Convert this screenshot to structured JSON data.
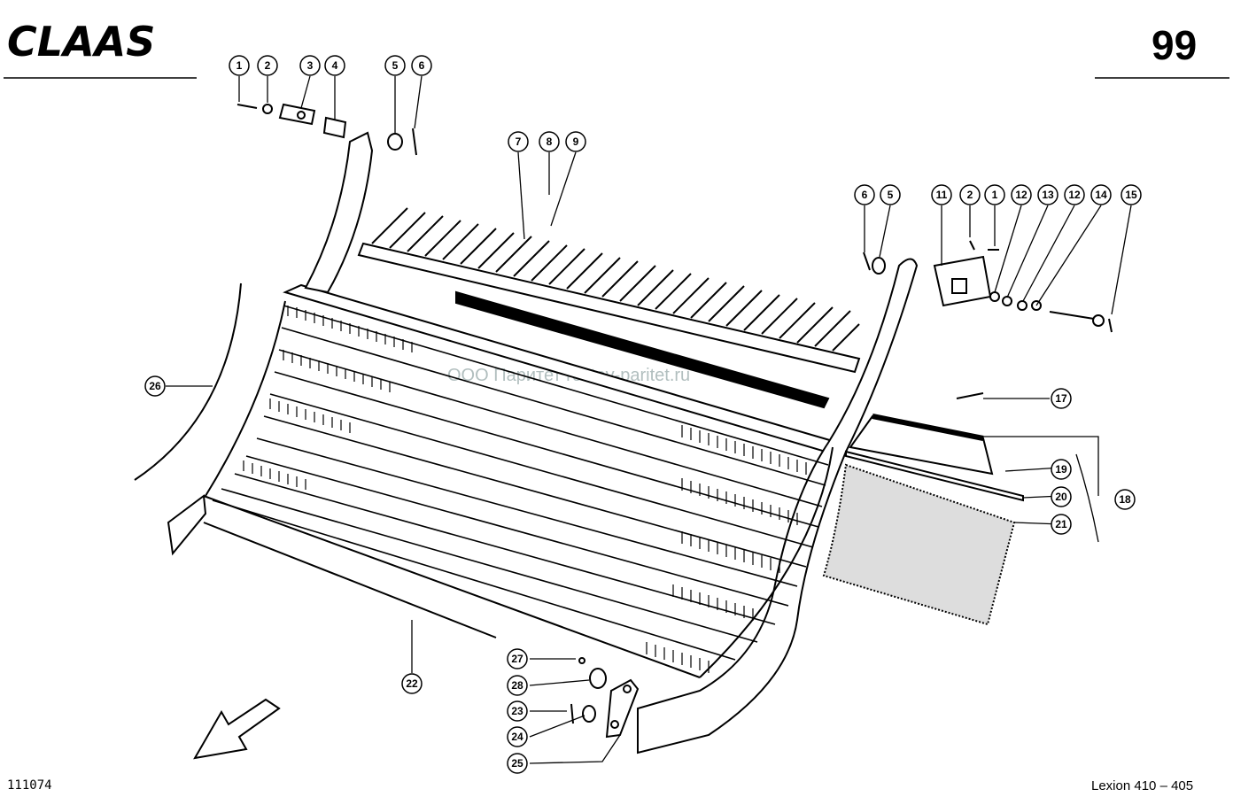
{
  "header": {
    "brand": "CLAAS",
    "page_number": "99"
  },
  "footer": {
    "drawing_number": "111074",
    "model": "Lexion 410 – 405"
  },
  "watermark": "ООО Паритет    rostov-paritet.ru",
  "callouts": [
    {
      "id": "c1a",
      "label": "1"
    },
    {
      "id": "c2a",
      "label": "2"
    },
    {
      "id": "c3",
      "label": "3"
    },
    {
      "id": "c4",
      "label": "4"
    },
    {
      "id": "c5a",
      "label": "5"
    },
    {
      "id": "c6a",
      "label": "6"
    },
    {
      "id": "c7",
      "label": "7"
    },
    {
      "id": "c8",
      "label": "8"
    },
    {
      "id": "c9",
      "label": "9"
    },
    {
      "id": "c6b",
      "label": "6"
    },
    {
      "id": "c5b",
      "label": "5"
    },
    {
      "id": "c11",
      "label": "11"
    },
    {
      "id": "c2b",
      "label": "2"
    },
    {
      "id": "c1b",
      "label": "1"
    },
    {
      "id": "c12a",
      "label": "12"
    },
    {
      "id": "c13",
      "label": "13"
    },
    {
      "id": "c12b",
      "label": "12"
    },
    {
      "id": "c14",
      "label": "14"
    },
    {
      "id": "c15",
      "label": "15"
    },
    {
      "id": "c17",
      "label": "17"
    },
    {
      "id": "c19",
      "label": "19"
    },
    {
      "id": "c20",
      "label": "20"
    },
    {
      "id": "c18",
      "label": "18"
    },
    {
      "id": "c21",
      "label": "21"
    },
    {
      "id": "c26",
      "label": "26"
    },
    {
      "id": "c22",
      "label": "22"
    },
    {
      "id": "c27",
      "label": "27"
    },
    {
      "id": "c28",
      "label": "28"
    },
    {
      "id": "c23",
      "label": "23"
    },
    {
      "id": "c24",
      "label": "24"
    },
    {
      "id": "c25",
      "label": "25"
    }
  ]
}
